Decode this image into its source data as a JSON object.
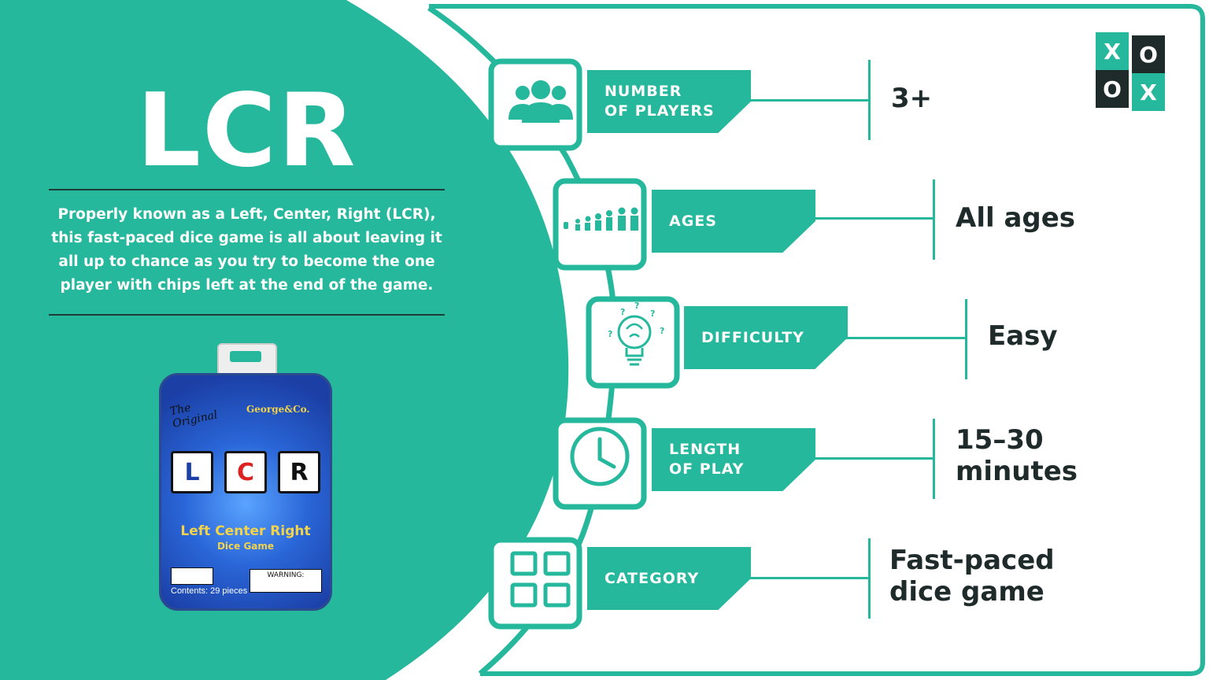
{
  "title": "LCR",
  "description": "Properly known as a Left, Center, Right (LCR), this fast-paced dice game is all about leaving it all up to chance as you try to become the one player with chips left at the end of the game.",
  "logo": {
    "cells": [
      "X",
      "O",
      "O",
      "X"
    ]
  },
  "product": {
    "top_left": "The Original",
    "brand": "George&Co.",
    "dice": [
      "L",
      "C",
      "R"
    ],
    "name": "Left Center Right",
    "subtitle": "Dice Game",
    "warning": "WARNING:",
    "contents": "Contents: 29 pieces"
  },
  "rows": [
    {
      "icon": "people-icon",
      "label": "NUMBER\nOF PLAYERS",
      "value": "3+"
    },
    {
      "icon": "ages-icon",
      "label": "AGES",
      "value": "All ages"
    },
    {
      "icon": "lightbulb-brain-icon",
      "label": "DIFFICULTY",
      "value": "Easy"
    },
    {
      "icon": "clock-icon",
      "label": "LENGTH\nOF PLAY",
      "value": "15–30\nminutes"
    },
    {
      "icon": "grid-icon",
      "label": "CATEGORY",
      "value": "Fast-paced\ndice game"
    }
  ],
  "colors": {
    "accent": "#26b89d",
    "dark": "#1f2a2a",
    "panel": "#ffffff"
  }
}
